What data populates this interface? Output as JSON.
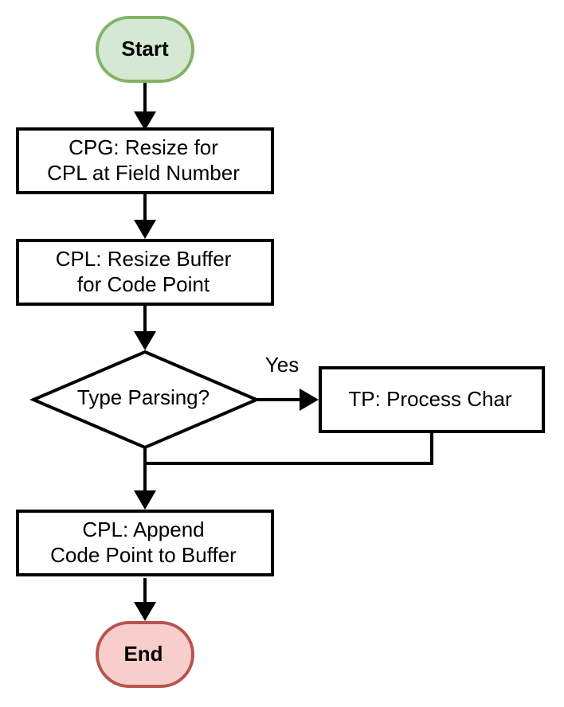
{
  "nodes": {
    "start": {
      "label": "Start",
      "fill": "#d5e8d4",
      "stroke": "#82b366"
    },
    "cpg_resize": {
      "line1": "CPG: Resize for",
      "line2": "CPL at Field Number"
    },
    "cpl_resize": {
      "line1": "CPL: Resize Buffer",
      "line2": "for Code Point"
    },
    "decision": {
      "label": "Type Parsing?"
    },
    "tp_process": {
      "label": "TP: Process Char"
    },
    "cpl_append": {
      "line1": "CPL: Append",
      "line2": "Code Point to Buffer"
    },
    "end": {
      "label": "End",
      "fill": "#f8cecc",
      "stroke": "#b85450"
    }
  },
  "edges": {
    "yes_label": "Yes"
  },
  "colors": {
    "stroke": "#000000",
    "box_fill": "#ffffff"
  }
}
